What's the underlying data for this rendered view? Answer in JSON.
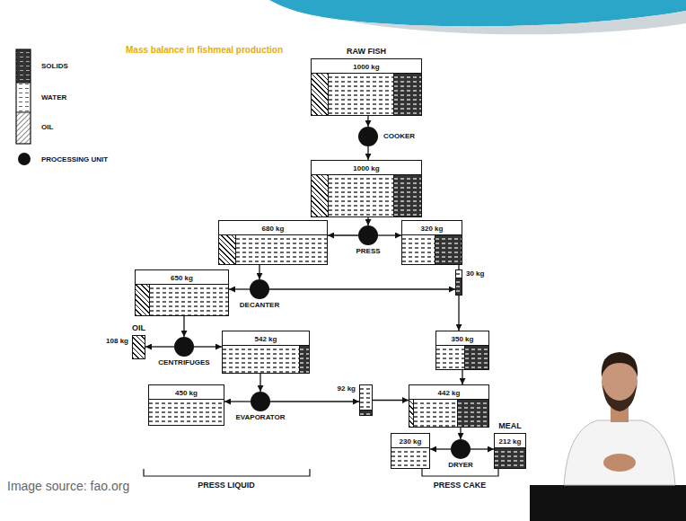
{
  "diagram": {
    "title": "Mass balance in fishmeal production",
    "nodes": [
      {
        "text": [
          "RAW FISH",
          "1000 kg"
        ]
      },
      {
        "text": [
          "COOKER"
        ]
      },
      {
        "text": [
          "1000 kg"
        ]
      },
      {
        "text": [
          "PRESS"
        ]
      },
      {
        "text": [
          "680 kg"
        ]
      },
      {
        "text": [
          "320 kg"
        ]
      },
      {
        "text": [
          "DECANTER"
        ]
      },
      {
        "text": [
          "650 kg"
        ]
      },
      {
        "text": [
          "30 kg"
        ]
      },
      {
        "text": [
          "350 kg"
        ]
      },
      {
        "text": [
          "OIL",
          "108 kg"
        ]
      },
      {
        "text": [
          "CENTRIFUGES"
        ]
      },
      {
        "text": [
          "542 kg"
        ]
      },
      {
        "text": [
          "450 kg"
        ]
      },
      {
        "text": [
          "EVAPORATOR"
        ]
      },
      {
        "text": [
          "92 kg"
        ]
      },
      {
        "text": [
          "442 kg"
        ]
      },
      {
        "text": [
          "230 kg"
        ]
      },
      {
        "text": [
          "DRYER"
        ]
      },
      {
        "text": [
          "MEAL",
          "212 kg"
        ]
      }
    ],
    "edges": [
      {
        "from": 0,
        "to": 1,
        "arrow": "to"
      },
      {
        "from": 1,
        "to": 2,
        "arrow": "to"
      },
      {
        "from": 2,
        "to": 3,
        "arrow": "to"
      },
      {
        "from": 3,
        "to": 4,
        "arrow": "to"
      },
      {
        "from": 3,
        "to": 5,
        "arrow": "to"
      },
      {
        "from": 4,
        "to": 6,
        "arrow": "to"
      },
      {
        "from": 6,
        "to": 7,
        "arrow": "to"
      },
      {
        "from": 6,
        "to": 8,
        "arrow": "to"
      },
      {
        "from": 5,
        "to": 8,
        "arrow": "none"
      },
      {
        "from": 8,
        "to": 9,
        "arrow": "to"
      },
      {
        "from": 7,
        "to": 11,
        "arrow": "to"
      },
      {
        "from": 11,
        "to": 10,
        "arrow": "to"
      },
      {
        "from": 11,
        "to": 12,
        "arrow": "to"
      },
      {
        "from": 12,
        "to": 14,
        "arrow": "to"
      },
      {
        "from": 14,
        "to": 13,
        "arrow": "to"
      },
      {
        "from": 14,
        "to": 15,
        "arrow": "to"
      },
      {
        "from": 15,
        "to": 16,
        "arrow": "to"
      },
      {
        "from": 9,
        "to": 16,
        "arrow": "to"
      },
      {
        "from": 16,
        "to": 18,
        "arrow": "to"
      },
      {
        "from": 18,
        "to": 17,
        "arrow": "to"
      },
      {
        "from": 18,
        "to": 19,
        "arrow": "to"
      }
    ],
    "labels": [
      "PRESS LIQUID",
      "PRESS CAKE",
      "Image source: fao.org"
    ],
    "legend": [
      {
        "text": "SOLIDS"
      },
      {
        "text": "WATER"
      },
      {
        "text": "OIL"
      },
      {
        "text": "PROCESSING UNIT"
      }
    ]
  }
}
